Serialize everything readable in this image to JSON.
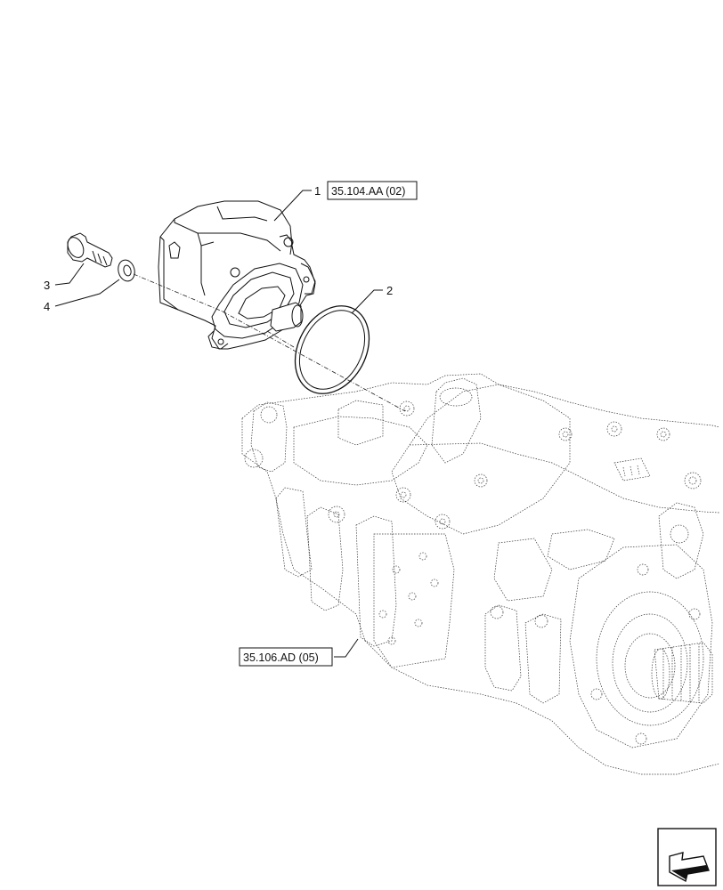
{
  "callouts": {
    "item1": "1",
    "item2": "2",
    "item3": "3",
    "item4": "4"
  },
  "references": {
    "pump_ref": "35.104.AA (02)",
    "main_ref": "35.106.AD (05)"
  },
  "icons": {
    "nav_arrow": "navigation-arrow-icon"
  }
}
